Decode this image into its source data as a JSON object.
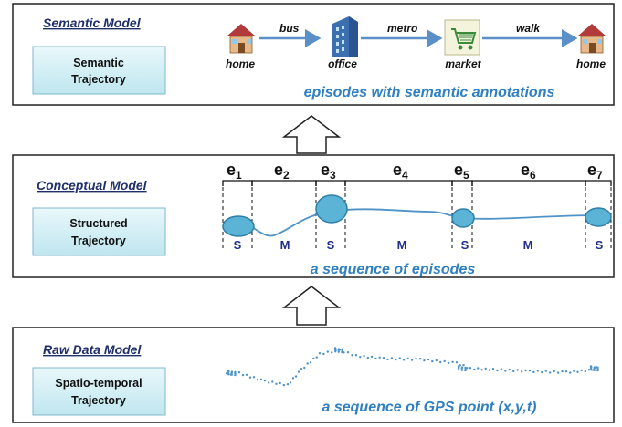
{
  "semantic": {
    "title": "Semantic Model",
    "box_line1": "Semantic",
    "box_line2": "Trajectory",
    "caption": "episodes with semantic annotations",
    "modes": [
      "bus",
      "metro",
      "walk"
    ],
    "places": [
      "home",
      "office",
      "market",
      "home"
    ]
  },
  "conceptual": {
    "title": "Conceptual Model",
    "box_line1": "Structured",
    "box_line2": "Trajectory",
    "caption": "a sequence of episodes",
    "episodes": [
      {
        "letter": "e",
        "index": "1",
        "type": "S"
      },
      {
        "letter": "e",
        "index": "2",
        "type": "M"
      },
      {
        "letter": "e",
        "index": "3",
        "type": "S"
      },
      {
        "letter": "e",
        "index": "4",
        "type": "M"
      },
      {
        "letter": "e",
        "index": "5",
        "type": "S"
      },
      {
        "letter": "e",
        "index": "6",
        "type": "M"
      },
      {
        "letter": "e",
        "index": "7",
        "type": "S"
      }
    ]
  },
  "raw": {
    "title": "Raw Data Model",
    "box_line1": "Spatio-temporal",
    "box_line2": "Trajectory",
    "caption": "a sequence of GPS point (x,y,t)"
  },
  "colors": {
    "title": "#1f2f6b",
    "caption": "#2f7fc1",
    "box_fill": "#d7f1f7",
    "stop_fill": "#5bb3d6",
    "flow_arrow": "#5b8fc7"
  },
  "icons": {
    "home": "house-icon",
    "office": "office-building-icon",
    "market": "shopping-cart-icon"
  }
}
